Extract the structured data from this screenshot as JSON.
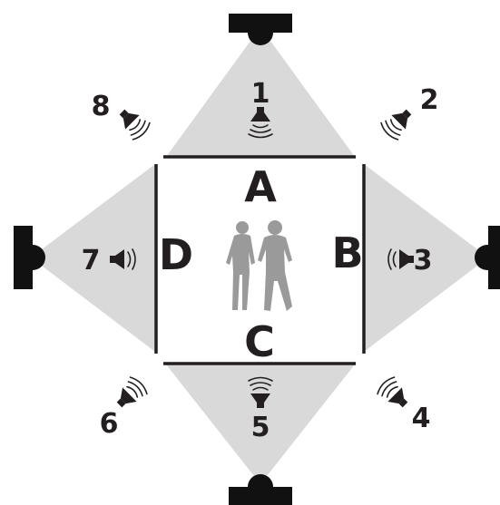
{
  "walls": [
    {
      "id": "A",
      "label": "A"
    },
    {
      "id": "B",
      "label": "B"
    },
    {
      "id": "C",
      "label": "C"
    },
    {
      "id": "D",
      "label": "D"
    }
  ],
  "speakers": [
    {
      "id": "1",
      "label": "1"
    },
    {
      "id": "2",
      "label": "2"
    },
    {
      "id": "3",
      "label": "3"
    },
    {
      "id": "4",
      "label": "4"
    },
    {
      "id": "5",
      "label": "5"
    },
    {
      "id": "6",
      "label": "6"
    },
    {
      "id": "7",
      "label": "7"
    },
    {
      "id": "8",
      "label": "8"
    }
  ],
  "icons": {
    "camera": "projector-icon",
    "speaker": "speaker-icon",
    "people": "people-silhouette-icon"
  },
  "colors": {
    "ink": "#231f20",
    "beam": "#d9d9d9",
    "person": "#9a9a9a",
    "background": "#ffffff"
  }
}
